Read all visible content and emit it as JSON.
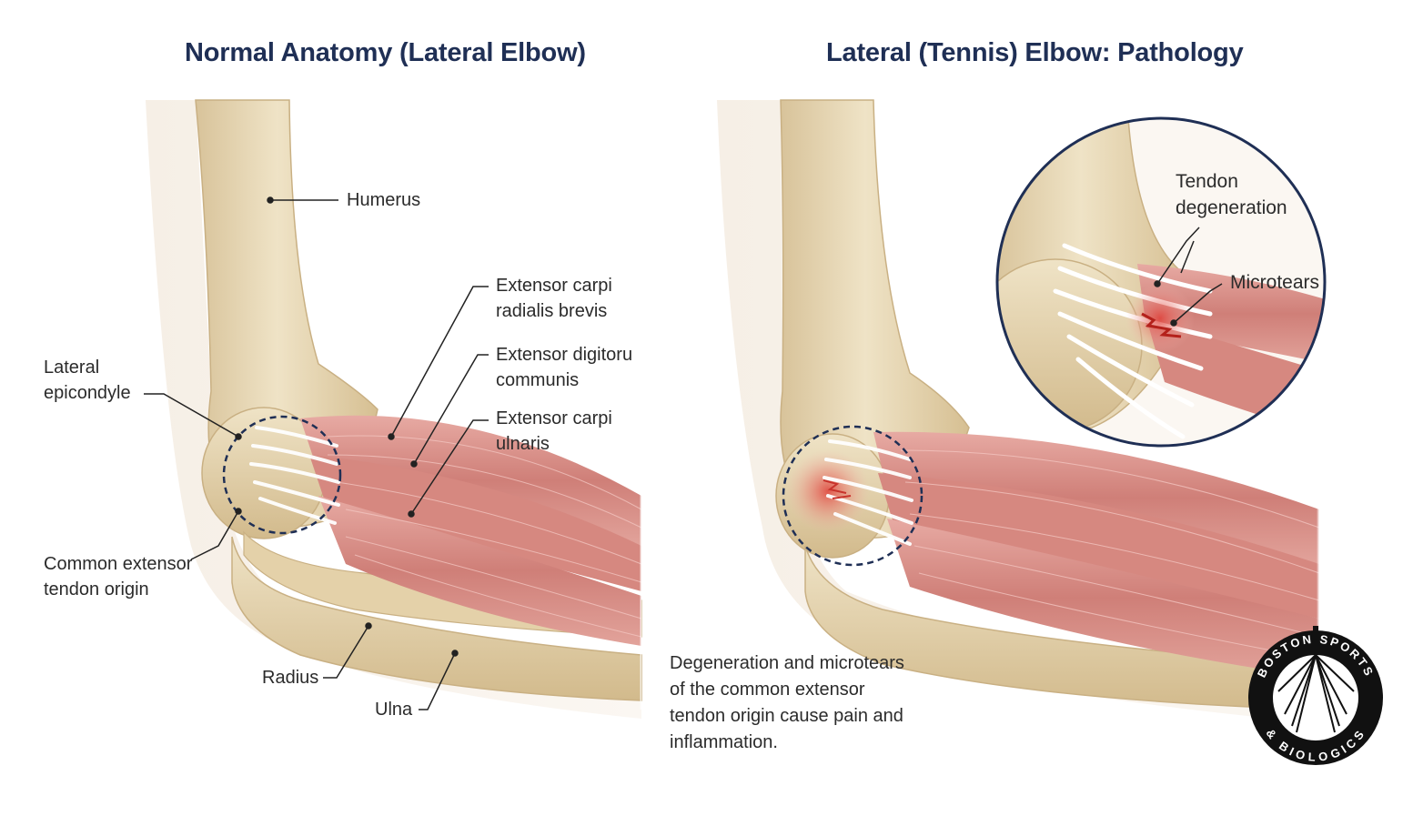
{
  "titles": {
    "left": "Normal Anatomy (Lateral Elbow)",
    "right": "Lateral (Tennis) Elbow: Pathology"
  },
  "left_labels": {
    "humerus": "Humerus",
    "ecrb": [
      "Extensor carpi",
      "radialis brevis"
    ],
    "edc": [
      "Extensor digitoru",
      "communis"
    ],
    "ecu": [
      "Extensor carpi",
      "ulnaris"
    ],
    "lateral_epicondyle": [
      "Lateral",
      "epicondyle"
    ],
    "common_extensor": [
      "Common extensor",
      "tendon origin"
    ],
    "radius": "Radius",
    "ulna": "Ulna"
  },
  "right_labels": {
    "tendon_degeneration": [
      "Tendon",
      "degeneration"
    ],
    "microtears": "Microtears"
  },
  "caption": [
    "Degeneration and microtears",
    "of the common extensor",
    "tendon origin cause pain and",
    "inflammation."
  ],
  "logo": {
    "top_text": "BOSTON SPORTS",
    "bottom_text": "& BIOLOGICS"
  },
  "colors": {
    "title": "#1f2f55",
    "bone": "#e8d8b4",
    "muscle": "#d98f88",
    "tendon": "#f4f1ec",
    "dashed_circle": "#1f2f55",
    "inflammation": "#e0413a"
  }
}
